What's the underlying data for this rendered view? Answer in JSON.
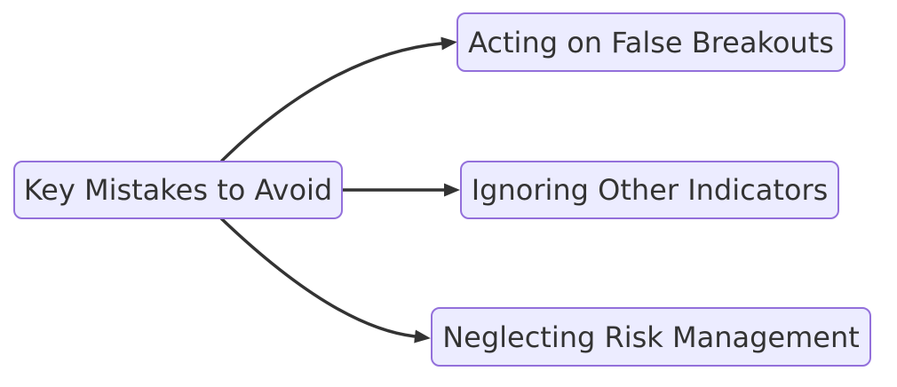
{
  "colors": {
    "background": "#ffffff",
    "node_fill": "#ECECFF",
    "node_border": "#9370DB",
    "node_text": "#333333",
    "edge": "#333333"
  },
  "nodes": {
    "root": {
      "label": "Key Mistakes to Avoid"
    },
    "child1": {
      "label": "Acting on False Breakouts"
    },
    "child2": {
      "label": "Ignoring Other Indicators"
    },
    "child3": {
      "label": "Neglecting Risk Management"
    }
  },
  "edges": [
    {
      "from": "root",
      "to": "child1"
    },
    {
      "from": "root",
      "to": "child2"
    },
    {
      "from": "root",
      "to": "child3"
    }
  ]
}
